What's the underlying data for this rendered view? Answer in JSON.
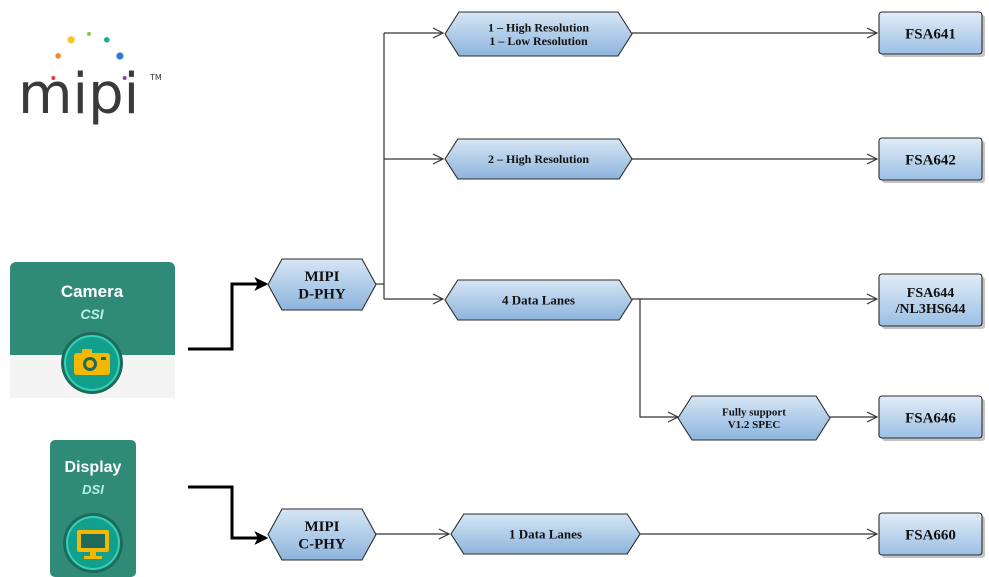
{
  "logo": {
    "text": "mipi",
    "mark": "TM",
    "dot_colors": [
      "#e23b3b",
      "#f28c28",
      "#f7c52b",
      "#8bc34a",
      "#26a69a",
      "#2a7fd4",
      "#8e44ad"
    ]
  },
  "tiles": {
    "camera": {
      "title": "Camera",
      "subtitle": "CSI",
      "icon": "camera-icon"
    },
    "display": {
      "title": "Display",
      "subtitle": "DSI",
      "icon": "monitor-icon"
    }
  },
  "phy": {
    "dphy": [
      "MIPI",
      "D-PHY"
    ],
    "cphy": [
      "MIPI",
      "C-PHY"
    ]
  },
  "features": {
    "f1": [
      "1 – High Resolution",
      "1 – Low Resolution"
    ],
    "f2": [
      "2 – High Resolution"
    ],
    "f3": [
      "4 Data Lanes"
    ],
    "f4": [
      "Fully support",
      "V1.2 SPEC"
    ],
    "f5": [
      "1 Data Lanes"
    ]
  },
  "parts": {
    "p641": [
      "FSA641"
    ],
    "p642": [
      "FSA642"
    ],
    "p644": [
      "FSA644",
      "/NL3HS644"
    ],
    "p646": [
      "FSA646"
    ],
    "p660": [
      "FSA660"
    ]
  },
  "colors": {
    "hex_fill_top": "#cfe2f3",
    "hex_fill_bottom": "#8fb6de",
    "box_fill_top": "#dbe8f5",
    "box_fill_bottom": "#9ec0e4",
    "tile_green": "#2f8a78",
    "tile_dark": "#1f6a5a",
    "icon_ring": "#1fc2a8",
    "icon_yellow": "#f5b800",
    "line": "#333333"
  }
}
